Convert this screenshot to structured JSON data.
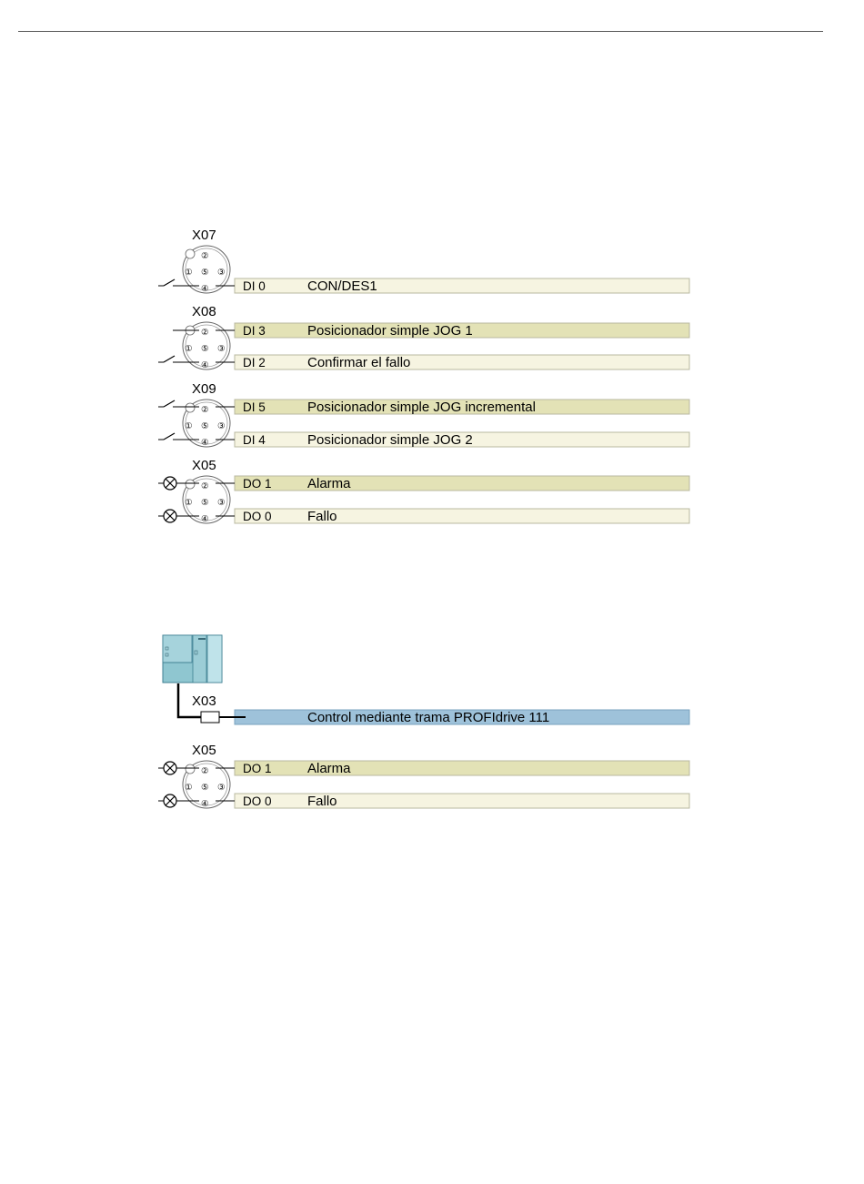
{
  "colors": {
    "bar_light": "#f6f4e1",
    "bar_dark": "#e3e2b6",
    "bar_border": "#b8b8a0",
    "bar_blue": "#9ec2da",
    "bar_blue_border": "#7aa3bf",
    "plc_fill": "#8fc6d0",
    "plc_stroke": "#3f7f92"
  },
  "pin_labels": [
    "①",
    "②",
    "③",
    "④",
    "⑤"
  ],
  "diagram1": {
    "connectors": [
      {
        "name": "X07",
        "rows": [
          {
            "pin": "4",
            "symbol": "switch",
            "signal": "DI 0",
            "text": "CON/DES1",
            "tone": "light"
          }
        ]
      },
      {
        "name": "X08",
        "rows": [
          {
            "pin": "2",
            "symbol": "none",
            "signal": "DI 3",
            "text": "Posicionador simple JOG 1",
            "tone": "dark"
          },
          {
            "pin": "4",
            "symbol": "switch",
            "signal": "DI 2",
            "text": "Confirmar el fallo",
            "tone": "light"
          }
        ]
      },
      {
        "name": "X09",
        "rows": [
          {
            "pin": "2",
            "symbol": "switch",
            "signal": "DI 5",
            "text": "Posicionador simple JOG incremental",
            "tone": "dark"
          },
          {
            "pin": "4",
            "symbol": "switch",
            "signal": "DI 4",
            "text": "Posicionador simple JOG 2",
            "tone": "light"
          }
        ]
      },
      {
        "name": "X05",
        "rows": [
          {
            "pin": "2",
            "symbol": "lamp",
            "signal": "DO 1",
            "text": "Alarma",
            "tone": "dark"
          },
          {
            "pin": "4",
            "symbol": "lamp",
            "signal": "DO 0",
            "text": "Fallo",
            "tone": "light"
          }
        ]
      }
    ]
  },
  "diagram2": {
    "plc_icon": "plc-controller-icon",
    "bus_connector": {
      "name": "X03",
      "text": "Control mediante trama PROFIdrive 111",
      "tone": "blue"
    },
    "connectors": [
      {
        "name": "X05",
        "rows": [
          {
            "pin": "2",
            "symbol": "lamp",
            "signal": "DO 1",
            "text": "Alarma",
            "tone": "dark"
          },
          {
            "pin": "4",
            "symbol": "lamp",
            "signal": "DO 0",
            "text": "Fallo",
            "tone": "light"
          }
        ]
      }
    ]
  }
}
